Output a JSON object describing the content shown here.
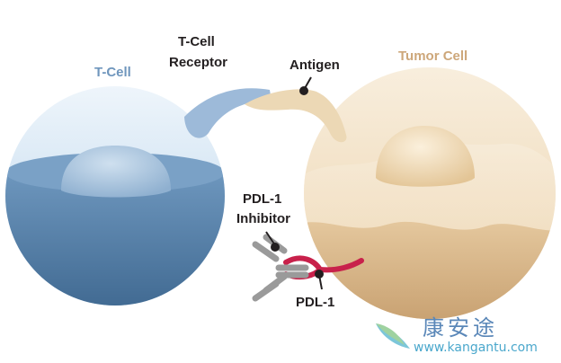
{
  "labels": {
    "t_cell": "T-Cell",
    "t_cell_receptor_line1": "T-Cell",
    "t_cell_receptor_line2": "Receptor",
    "antigen": "Antigen",
    "tumor_cell": "Tumor Cell",
    "pdl1_inhibitor_line1": "PDL-1",
    "pdl1_inhibitor_line2": "Inhibitor",
    "pdl1": "PDL-1"
  },
  "watermark": {
    "chinese_text": "康安途",
    "url": "www.kangantu.com"
  },
  "colors": {
    "label_dark": "#231f20",
    "t_cell_label": "#6f96bd",
    "tumor_label": "#cda77a",
    "t_cell_top": "#dbeaf6",
    "t_cell_bottom": "#4f7aa3",
    "receptor": "#9dbad9",
    "antigen": "#ecd8b5",
    "tumor_top": "#f3e2c8",
    "tumor_bottom": "#c9a274",
    "pdl1": "#c8214b",
    "inhibitor": "#9a9a9a"
  }
}
